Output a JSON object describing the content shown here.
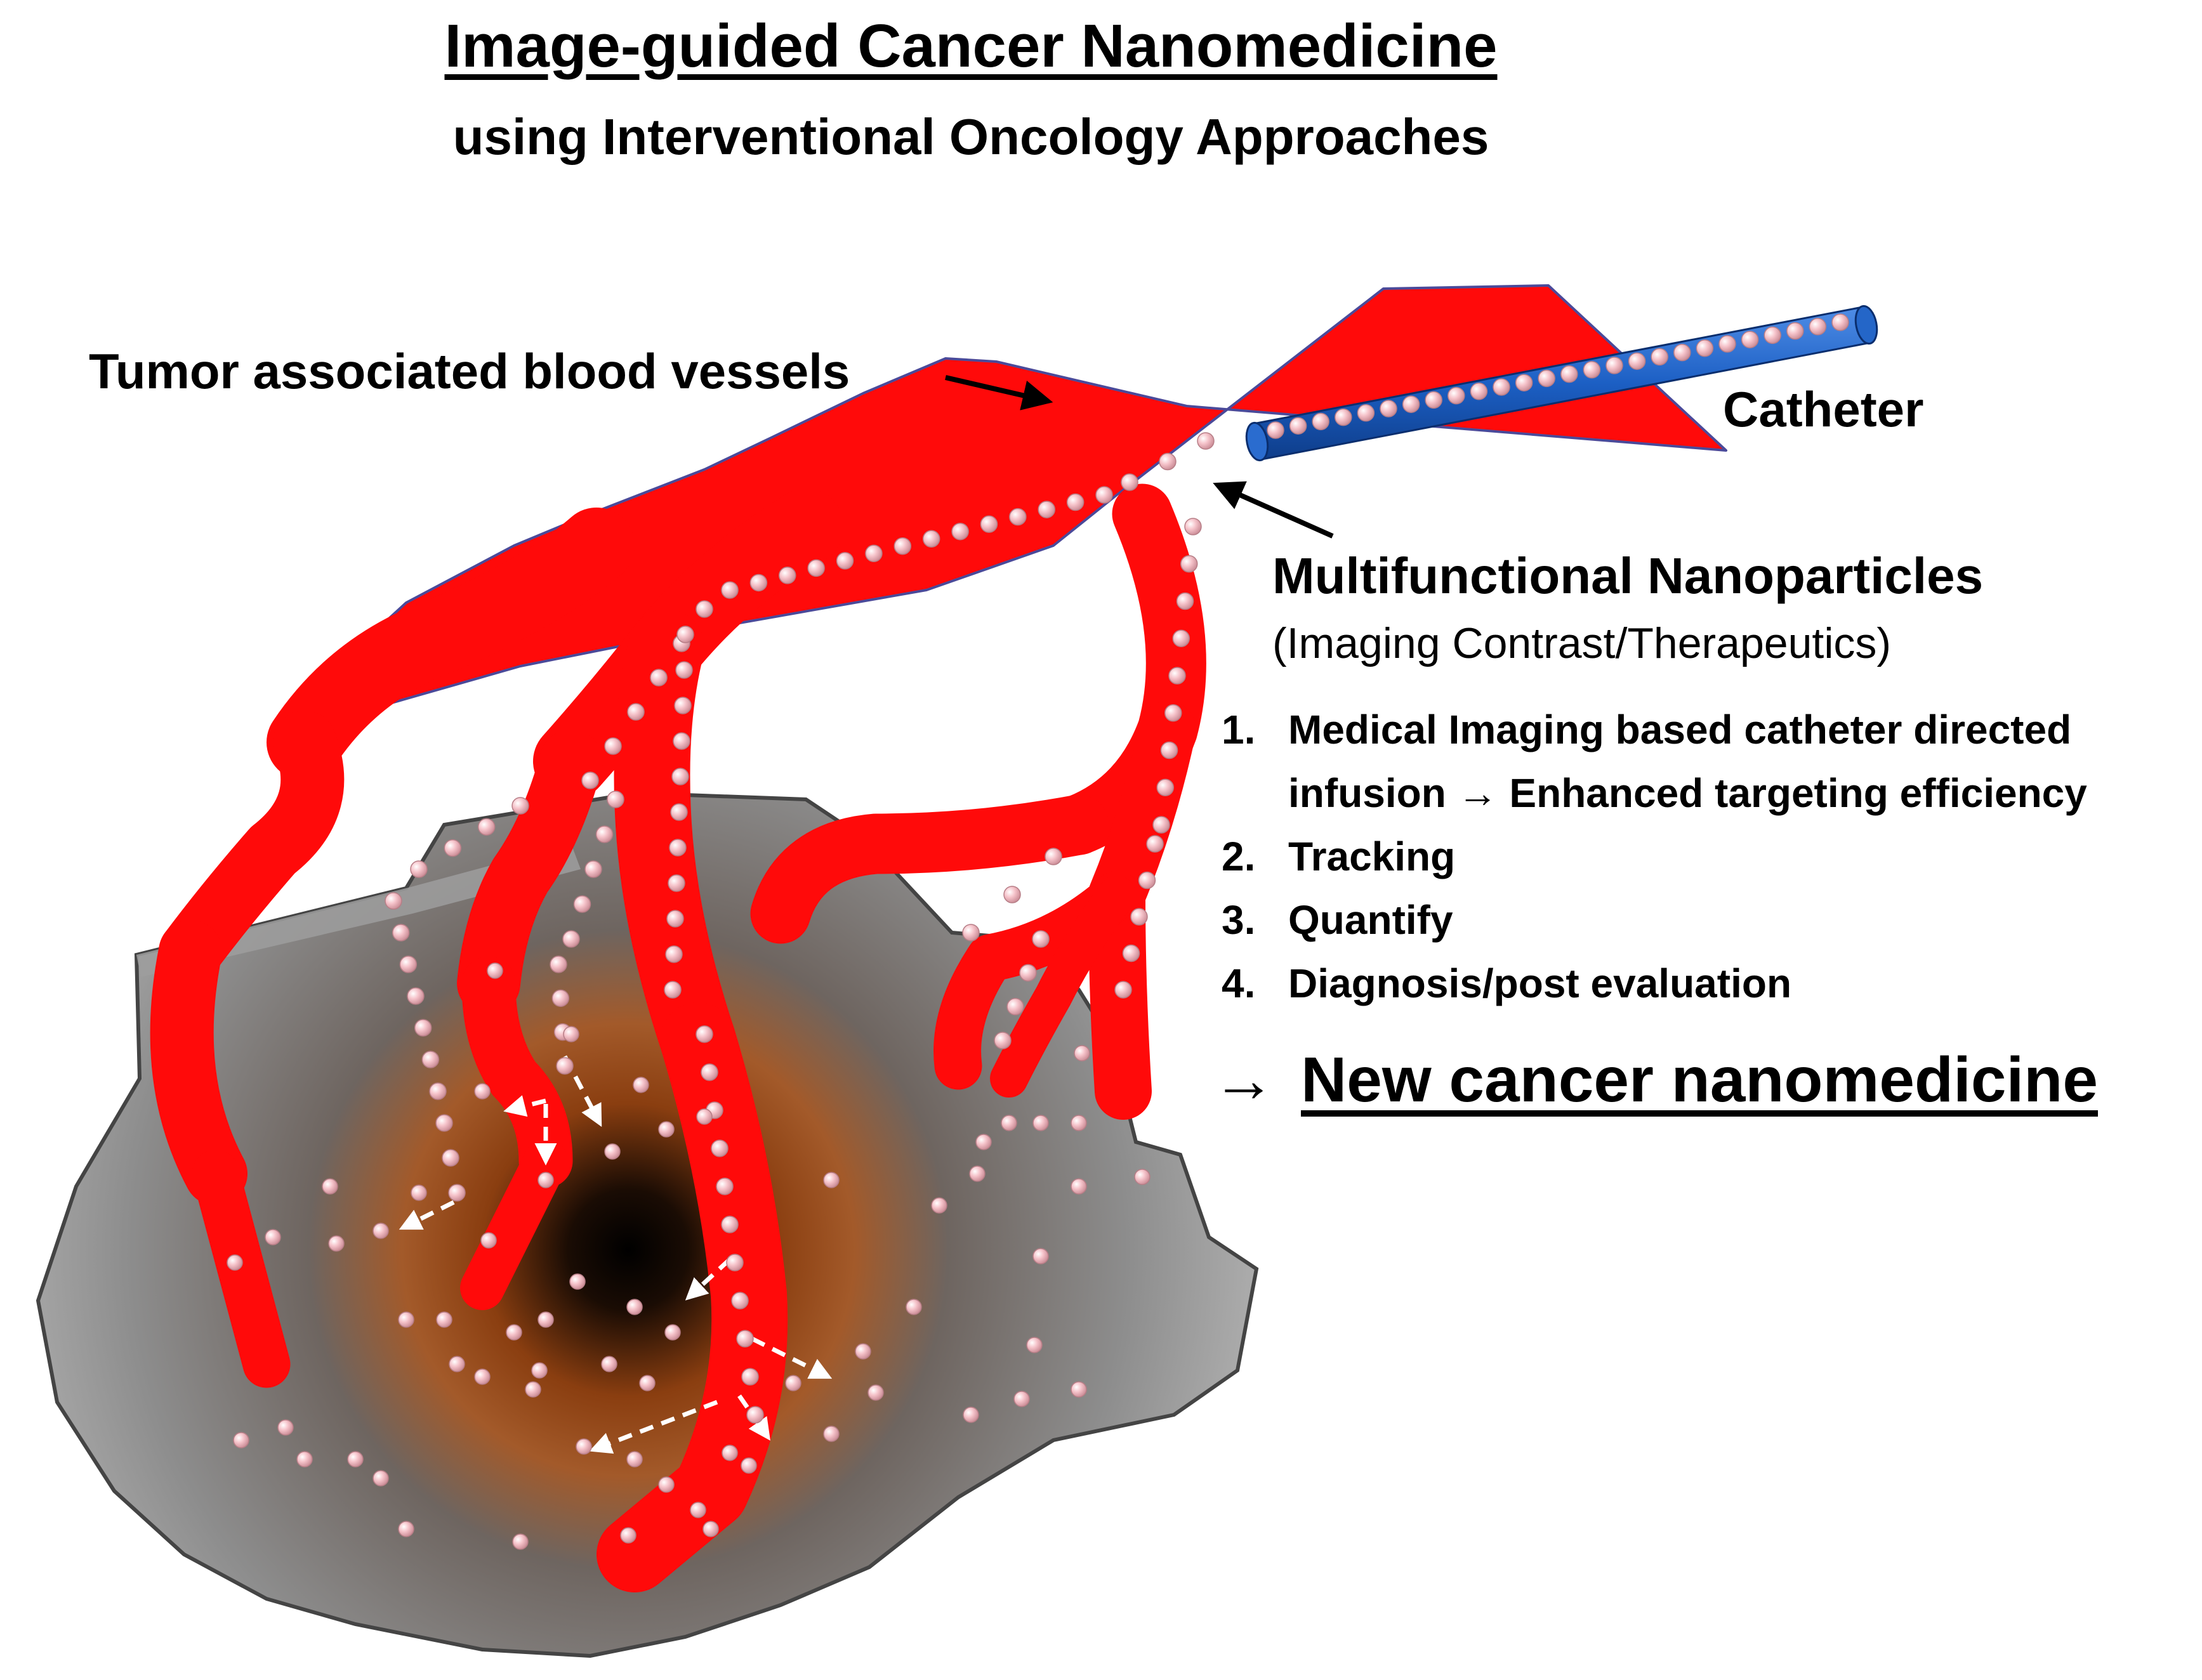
{
  "title": "Image-guided Cancer Nanomedicine",
  "subtitle": "using Interventional Oncology Approaches",
  "labels": {
    "vessels": "Tumor associated blood vessels",
    "catheter": "Catheter",
    "nanoparticles": "Multifunctional Nanoparticles",
    "nanoparticles_sub": "(Imaging Contrast/Therapeutics)"
  },
  "steps": [
    {
      "num": "1.",
      "line1": "Medical Imaging based catheter directed",
      "line2": "infusion → Enhanced targeting efficiency"
    },
    {
      "num": "2.",
      "line1": "Tracking"
    },
    {
      "num": "3.",
      "line1": "Quantify"
    },
    {
      "num": "4.",
      "line1": "Diagnosis/post evaluation"
    }
  ],
  "conclusion": {
    "arrow": "→",
    "text": "New cancer nanomedicine"
  },
  "colors": {
    "vessel": "#ff0a0a",
    "catheter": "#1f64c8",
    "tumor_gray": "#8a8a8a",
    "tumor_core": "#0a0a0a",
    "tumor_halo": "#b0561e",
    "nanoparticle": "#f4b4bc"
  },
  "icons": [
    "tumor-mass",
    "blood-vessel-tree",
    "catheter-tube",
    "nanoparticle-dot",
    "pointer-arrow",
    "diffusion-arrow"
  ]
}
